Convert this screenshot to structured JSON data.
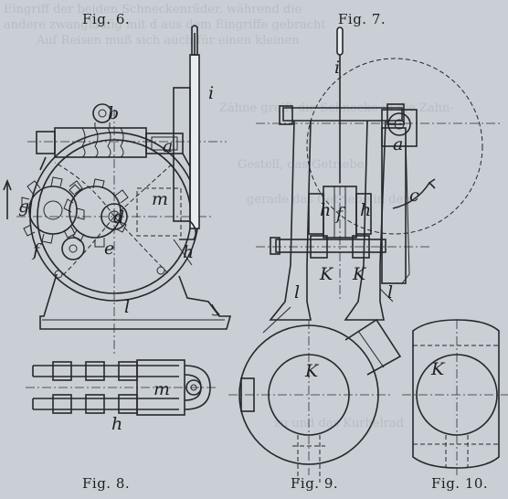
{
  "captions": {
    "fig6": "Fig. 6.",
    "fig7": "Fig. 7.",
    "fig8": "Fig. 8.",
    "fig9": "Fig. 9.",
    "fig10": "Fig. 10."
  },
  "labels": {
    "fig6": {
      "b": "b",
      "a": "a",
      "i": "i",
      "g": "g",
      "d": "d",
      "m": "m",
      "f": "f",
      "e": "e",
      "h": "h",
      "l": "l"
    },
    "fig7": {
      "i": "i",
      "a": "a",
      "c": "c",
      "h1": "h",
      "f": "f",
      "h2": "h",
      "k1": "K",
      "k2": "K",
      "l1": "l",
      "l2": "l"
    },
    "fig8": {
      "m": "m",
      "h": "h"
    },
    "fig9": {
      "k": "K"
    },
    "fig10": {
      "k": "K"
    }
  },
  "background_text": [
    "Eingriff der beiden Schneckenräder, während die",
    "andere zwangläufig mit d aus dem Eingriffe gebracht",
    "Auf Reisen muß sich auch für einen kleinen",
    "Zähne greift die Schnecke in die Zahn-",
    "Gestell, das Getriebe",
    "gerade das Getriebe in den",
    "zu und das Kurbelrad"
  ],
  "colors": {
    "paper": "#c9cfd5",
    "ink": "#25282c",
    "ghost": "#b7bdc4"
  }
}
